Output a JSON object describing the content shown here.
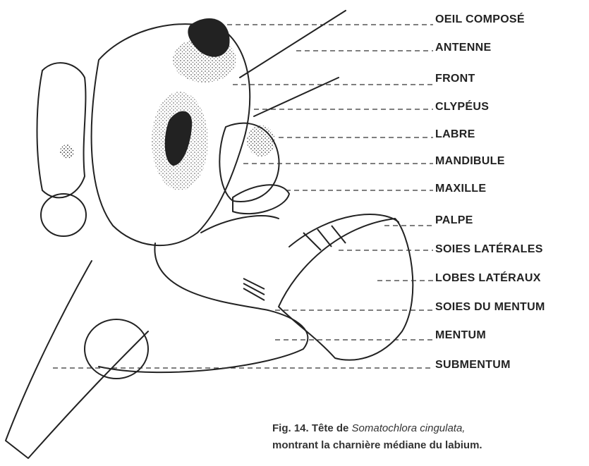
{
  "labels": [
    {
      "id": "oeil-compose",
      "text": "OEIL COMPOSÉ"
    },
    {
      "id": "antenne",
      "text": "ANTENNE"
    },
    {
      "id": "front",
      "text": "FRONT"
    },
    {
      "id": "clypeus",
      "text": "CLYPÉUS"
    },
    {
      "id": "labre",
      "text": "LABRE"
    },
    {
      "id": "mandibule",
      "text": "MANDIBULE"
    },
    {
      "id": "maxille",
      "text": "MAXILLE"
    },
    {
      "id": "palpe",
      "text": "PALPE"
    },
    {
      "id": "soies-laterales",
      "text": "SOIES LATÉRALES"
    },
    {
      "id": "lobes-lateraux",
      "text": "LOBES LATÉRAUX"
    },
    {
      "id": "soies-du-mentum",
      "text": "SOIES DU MENTUM"
    },
    {
      "id": "mentum",
      "text": "MENTUM"
    },
    {
      "id": "submentum",
      "text": "SUBMENTUM"
    }
  ],
  "caption": {
    "fig": "Fig. 14.",
    "prefix": "Tête de",
    "species": "Somatochlora cingulata,",
    "line2": "montrant la charnière médiane du labium."
  },
  "colors": {
    "ink": "#222222",
    "background": "#ffffff"
  }
}
